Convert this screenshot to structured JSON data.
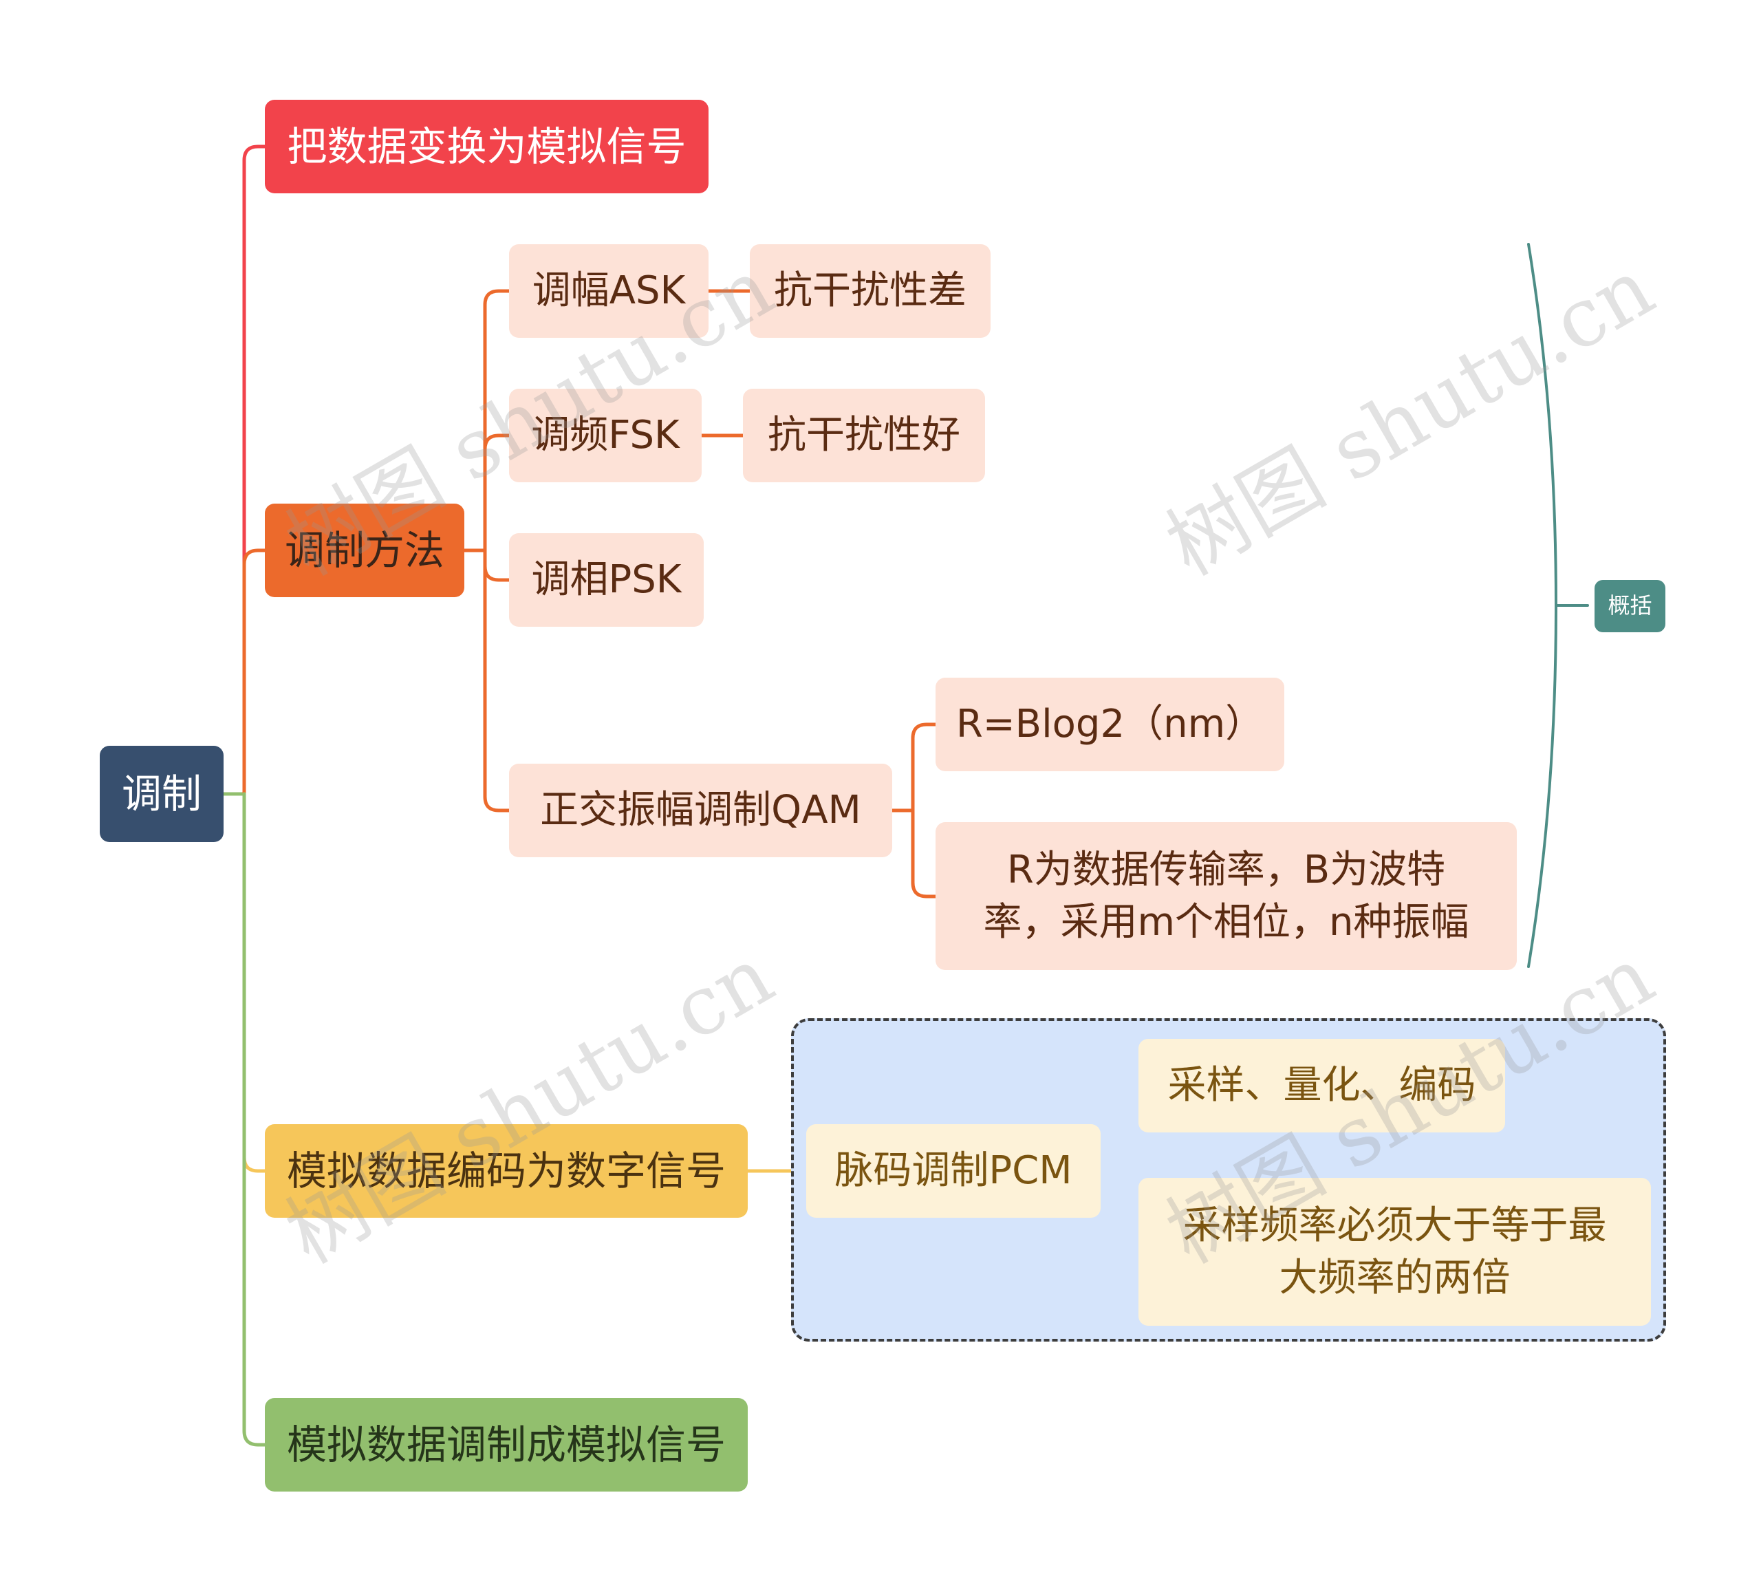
{
  "root": {
    "label": "调制"
  },
  "branches": {
    "convert": {
      "label": "把数据变换为模拟信号",
      "color": "#f2434b"
    },
    "methods": {
      "label": "调制方法",
      "color": "#ec6a2c",
      "ask": {
        "label": "调幅ASK",
        "note": "抗干扰性差"
      },
      "fsk": {
        "label": "调频FSK",
        "note": "抗干扰性好"
      },
      "psk": {
        "label": "调相PSK"
      },
      "qam": {
        "label": "正交振幅调制QAM",
        "formula": "R=Blog2（nm）",
        "explanation": "R为数据传输率，B为波特率，采用m个相位，n种振幅"
      },
      "summary": {
        "label": "概括",
        "color": "#4d8d86"
      }
    },
    "encode": {
      "label": "模拟数据编码为数字信号",
      "color": "#f6c65a",
      "pcm": {
        "label": "脉码调制PCM",
        "steps": "采样、量化、编码",
        "rule": "采样频率必须大于等于最大频率的两倍"
      }
    },
    "analog": {
      "label": "模拟数据调制成模拟信号",
      "color": "#92bf6e"
    }
  },
  "watermark": "树图 shutu.cn"
}
